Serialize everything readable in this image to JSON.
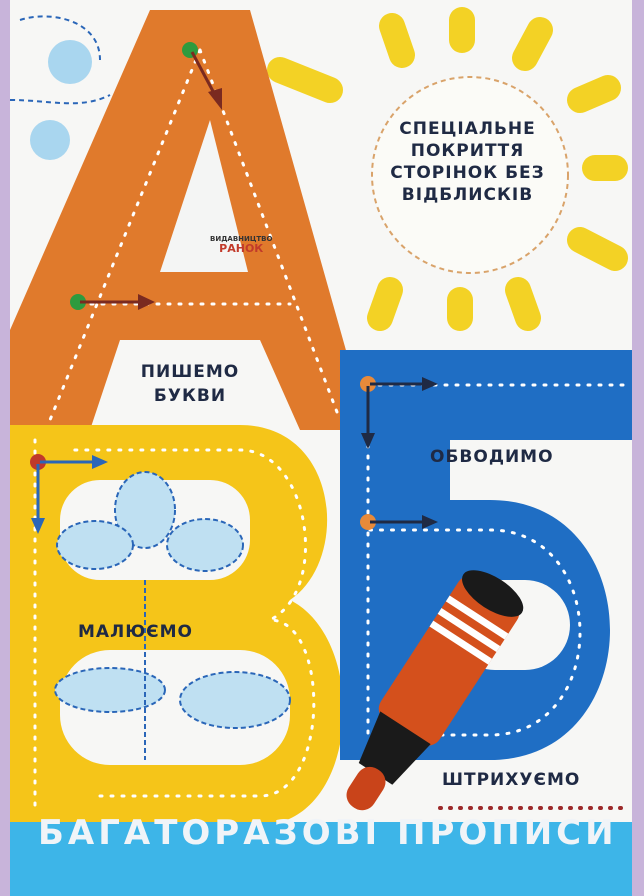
{
  "cover": {
    "feature_text": "СПЕЦІАЛЬНЕ ПОКРИТТЯ СТОРІНОК БЕЗ ВІДБЛИСКІВ",
    "publisher": {
      "line1": "ВИДАВНИЦТВО",
      "line2": "РАНОК"
    },
    "labels": {
      "write": "ПИШЕМО БУКВИ",
      "trace": "ОБВОДИМО",
      "draw": "МАЛЮЄМО",
      "hatch": "ШТРИХУЄМО"
    },
    "title": "БАГАТОРАЗОВІ ПРОПИСИ",
    "colors": {
      "orange": "#e07a2c",
      "yellow": "#f5c519",
      "blue": "#1f6ec4",
      "sky": "#3db5e8",
      "border": "#c8b4da"
    }
  }
}
